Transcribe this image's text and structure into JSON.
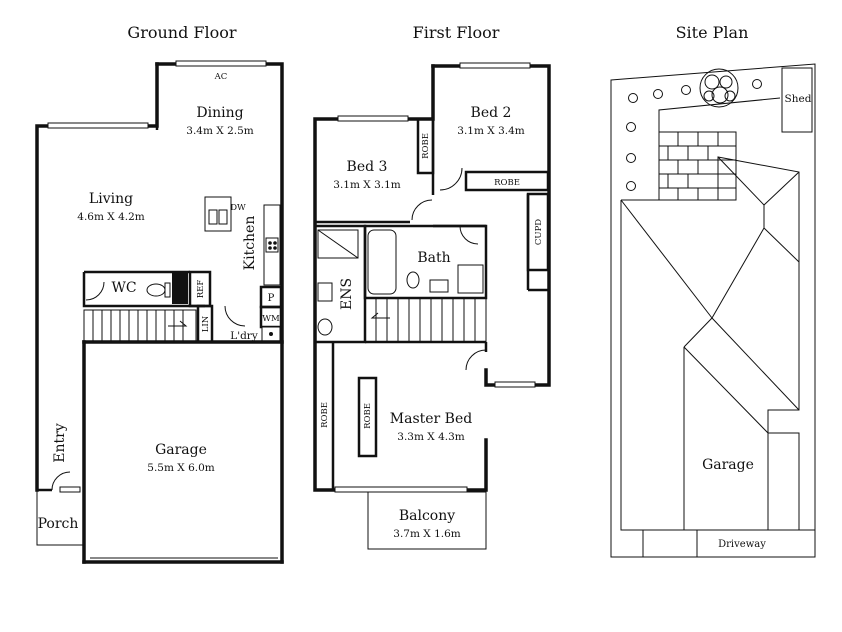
{
  "titles": {
    "ground": "Ground Floor",
    "first": "First Floor",
    "site": "Site Plan"
  },
  "ground": {
    "ac": "AC",
    "dining": {
      "name": "Dining",
      "dim": "3.4m X 2.5m"
    },
    "living": {
      "name": "Living",
      "dim": "4.6m X 4.2m"
    },
    "dw": "DW",
    "kitchen": "Kitchen",
    "wc": "WC",
    "ref": "REF",
    "p": "P",
    "wm": "WM",
    "lin": "LIN",
    "ldry": "L'dry",
    "garage": {
      "name": "Garage",
      "dim": "5.5m X 6.0m"
    },
    "entry": "Entry",
    "porch": "Porch"
  },
  "first": {
    "bed3": {
      "name": "Bed 3",
      "dim": "3.1m X 3.1m"
    },
    "bed2": {
      "name": "Bed 2",
      "dim": "3.1m X 3.4m"
    },
    "robe_bed3": "ROBE",
    "robe_bed2": "ROBE",
    "cupd": "CUPD",
    "bath": "Bath",
    "ens": "ENS",
    "master": {
      "name": "Master Bed",
      "dim": "3.3m X 4.3m"
    },
    "robe_master_wall": "ROBE",
    "robe_master_island": "ROBE",
    "balcony": {
      "name": "Balcony",
      "dim": "3.7m X 1.6m"
    }
  },
  "site": {
    "shed": "Shed",
    "garage": "Garage",
    "driveway": "Driveway"
  }
}
